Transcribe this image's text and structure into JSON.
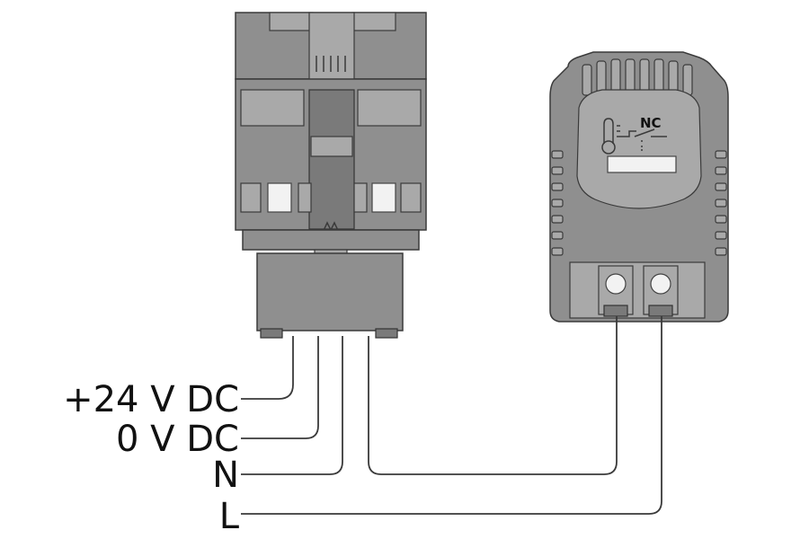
{
  "labels": {
    "v24": "+24 V DC",
    "v0": "0 V DC",
    "n": "N",
    "l": "L"
  },
  "thermostat": {
    "contact_label": "NC"
  },
  "colors": {
    "housing": "#8f8f8f",
    "outline": "#3a3a3a",
    "wire": "#3a3a3a",
    "text": "#111111"
  }
}
